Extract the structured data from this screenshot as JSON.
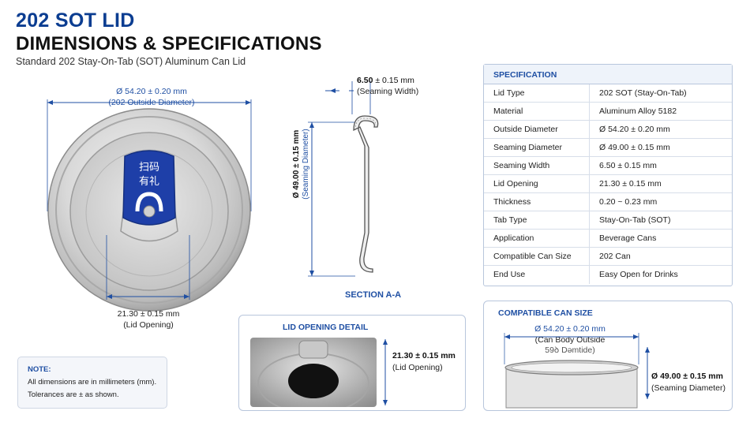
{
  "header": {
    "title": "202 SOT LID",
    "subtitle": "DIMENSIONS & SPECIFICATIONS",
    "description": "Standard 202 Stay-On-Tab (SOT) Aluminum Can Lid"
  },
  "lid_view": {
    "outside_diameter_value": "Ø 54.20 ± 0.20 mm",
    "outside_diameter_label": "(202 Outside Diameter)",
    "opening_value": "21.30 ± 0.15 mm",
    "opening_label": "(Lid Opening)",
    "tab_text_line1": "扫码",
    "tab_text_line2": "有礼"
  },
  "section": {
    "seaming_width_value": "6.50",
    "seaming_width_tol": "± 0.15 mm",
    "seaming_width_label": "(Seaming Width)",
    "seaming_diameter_value": "Ø 49.00 ± 0.15 mm",
    "seaming_diameter_label": "(Seaming Diameter)",
    "caption": "SECTION A-A"
  },
  "specification": {
    "title": "SPECIFICATION",
    "rows": [
      {
        "key": "Lid Type",
        "value": "202 SOT (Stay-On-Tab)"
      },
      {
        "key": "Material",
        "value": "Aluminum Alloy 5182"
      },
      {
        "key": "Outside Diameter",
        "value": "Ø 54.20 ± 0.20 mm"
      },
      {
        "key": "Seaming Diameter",
        "value": "Ø 49.00 ± 0.15 mm"
      },
      {
        "key": "Seaming Width",
        "value": "6.50 ± 0.15 mm"
      },
      {
        "key": "Lid Opening",
        "value": "21.30 ± 0.15 mm"
      },
      {
        "key": "Thickness",
        "value": "0.20 ~ 0.23 mm"
      },
      {
        "key": "Tab Type",
        "value": "Stay-On-Tab (SOT)"
      },
      {
        "key": "Application",
        "value": "Beverage Cans"
      },
      {
        "key": "Compatible Can Size",
        "value": "202 Can"
      },
      {
        "key": "End Use",
        "value": "Easy Open for Drinks"
      }
    ]
  },
  "opening_detail": {
    "title": "LID OPENING DETAIL",
    "value": "21.30 ± 0.15 mm",
    "label": "(Lid Opening)"
  },
  "compatible": {
    "title": "COMPATIBLE CAN SIZE",
    "diameter_value": "Ø 54.20 ± 0.20 mm",
    "label_line1": "(Can Body Outside",
    "label_line2": "59ꝺ Dǝmtide)",
    "seaming_value": "Ø 49.00 ± 0.15 mm",
    "seaming_label": "(Seaming Diameter)"
  },
  "note": {
    "title": "NOTE:",
    "line1": "All dimensions are in millimeters (mm).",
    "line2": "Tolerances are ± as shown."
  },
  "colors": {
    "accent": "#1f4fa3",
    "title_blue": "#0b3d91",
    "tab_blue": "#1e3fa8",
    "border": "#b8c6dc"
  }
}
